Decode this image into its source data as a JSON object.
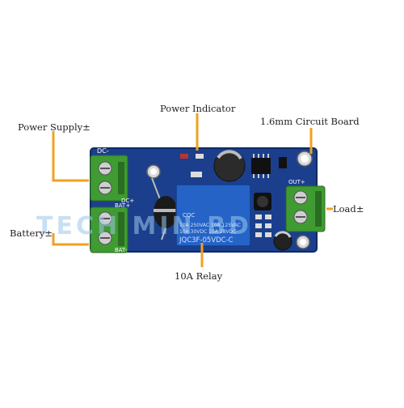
{
  "labels": {
    "power_indicator": "Power Indicator",
    "circuit_board": "1.6mm Circuit Board",
    "power_supply": "Power Supply±",
    "load": "Load±",
    "battery": "Battery±",
    "relay": "10A Relay"
  },
  "board": {
    "dc_label": "DC-",
    "dc_plus": "DC+",
    "bat_plus": "BAT+",
    "bat_minus": "BAT-",
    "out_plus": "OUT+",
    "relay_brand": "CQC",
    "relay_line1": "10A 250VAC  10A 125VAC",
    "relay_line2": "10A 30VDC  10A 28VDC",
    "relay_model": "JQC3F-05VDC-C"
  },
  "watermark": "TECH  MIN  BD",
  "colors": {
    "pcb": "#1b3f8c",
    "terminal": "#3f9b32",
    "relay": "#2563c7",
    "leader": "#f0a020"
  }
}
